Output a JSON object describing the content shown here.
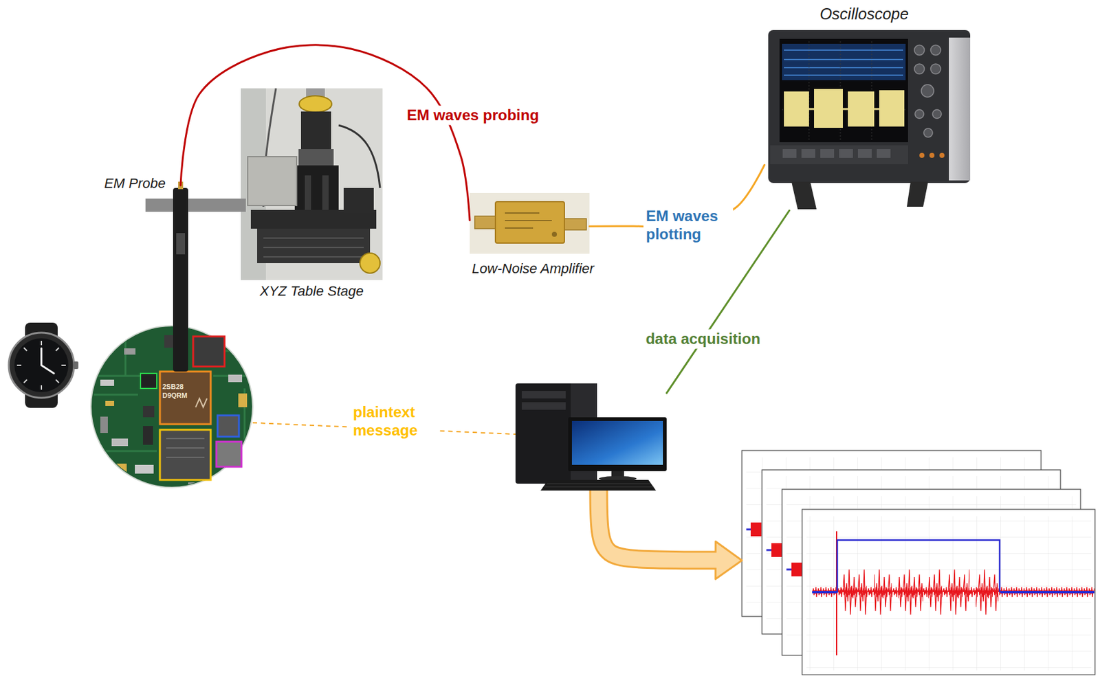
{
  "diagram": {
    "nodes": [
      {
        "text": [
          "Oscilloscope"
        ]
      },
      {
        "text": [
          "XYZ Table Stage"
        ]
      },
      {
        "text": [
          "EM Probe"
        ]
      },
      {
        "text": [
          "Low-Noise Amplifier"
        ]
      },
      {
        "text": [
          "2SB28 D9QRM"
        ]
      },
      {
        "text": []
      },
      {
        "text": []
      }
    ],
    "edges": [
      {
        "from": 2,
        "to": 3,
        "label": "EM waves probing",
        "arrow": "none"
      },
      {
        "from": 3,
        "to": 0,
        "label": "EM waves plotting",
        "arrow": "none"
      },
      {
        "from": 0,
        "to": 5,
        "label": "data acquisition",
        "arrow": "none"
      },
      {
        "from": 4,
        "to": 5,
        "label": "plaintext message",
        "arrow": "none"
      },
      {
        "from": 5,
        "to": 6,
        "arrow": "to"
      }
    ]
  }
}
